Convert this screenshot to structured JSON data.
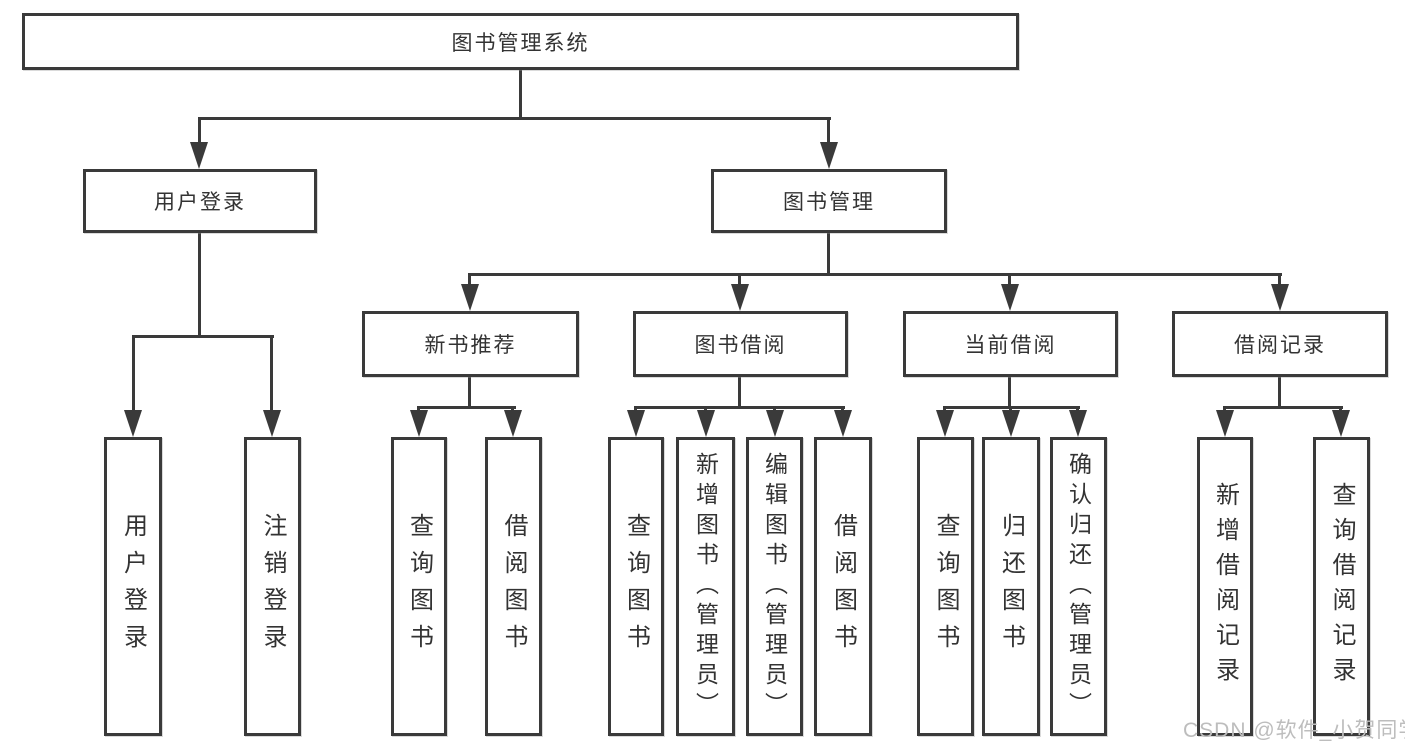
{
  "diagram": {
    "root": {
      "label": "图书管理系统"
    },
    "level2": [
      {
        "label": "用户登录"
      },
      {
        "label": "图书管理"
      }
    ],
    "level3": [
      {
        "label": "新书推荐",
        "parent": "图书管理"
      },
      {
        "label": "图书借阅",
        "parent": "图书管理"
      },
      {
        "label": "当前借阅",
        "parent": "图书管理"
      },
      {
        "label": "借阅记录",
        "parent": "图书管理"
      }
    ],
    "leaves": [
      {
        "label": "用户登录",
        "parent": "用户登录"
      },
      {
        "label": "注销登录",
        "parent": "用户登录"
      },
      {
        "label": "查询图书",
        "parent": "新书推荐"
      },
      {
        "label": "借阅图书",
        "parent": "新书推荐"
      },
      {
        "label": "查询图书",
        "parent": "图书借阅"
      },
      {
        "label": "新增图书（管理员）",
        "parent": "图书借阅"
      },
      {
        "label": "编辑图书（管理员）",
        "parent": "图书借阅"
      },
      {
        "label": "借阅图书",
        "parent": "图书借阅"
      },
      {
        "label": "查询图书",
        "parent": "当前借阅"
      },
      {
        "label": "归还图书",
        "parent": "当前借阅"
      },
      {
        "label": "确认归还（管理员）",
        "parent": "当前借阅"
      },
      {
        "label": "新增借阅记录",
        "parent": "借阅记录"
      },
      {
        "label": "查询借阅记录",
        "parent": "借阅记录"
      }
    ],
    "colors": {
      "line": "#3a3a3a",
      "box_border": "#3a3a3a",
      "text": "#333333",
      "background": "#ffffff",
      "watermark": "#bdbdbd"
    }
  },
  "watermark": {
    "text": "CSDN @软件_小贺同学"
  }
}
